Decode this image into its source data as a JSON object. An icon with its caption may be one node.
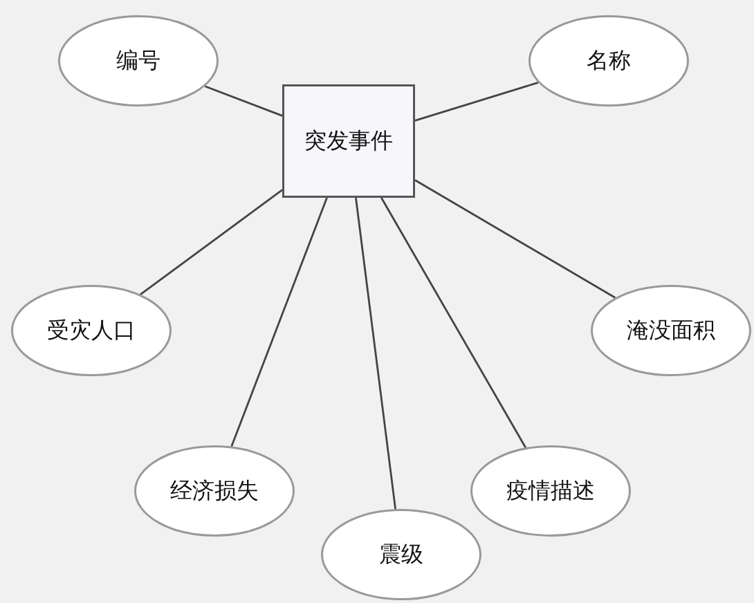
{
  "diagram": {
    "nodes": [
      {
        "text": [
          "编号"
        ]
      },
      {
        "text": [
          "名称"
        ]
      },
      {
        "text": [
          "突发事件"
        ]
      },
      {
        "text": [
          "受灾人口"
        ]
      },
      {
        "text": [
          "淹没面积"
        ]
      },
      {
        "text": [
          "经济损失"
        ]
      },
      {
        "text": [
          "疫情描述"
        ]
      },
      {
        "text": [
          "震级"
        ]
      }
    ],
    "edges": [
      {
        "from": 2,
        "to": 0,
        "arrow": "none"
      },
      {
        "from": 2,
        "to": 1,
        "arrow": "none"
      },
      {
        "from": 2,
        "to": 3,
        "arrow": "none"
      },
      {
        "from": 2,
        "to": 4,
        "arrow": "none"
      },
      {
        "from": 2,
        "to": 5,
        "arrow": "none"
      },
      {
        "from": 2,
        "to": 6,
        "arrow": "none"
      },
      {
        "from": 2,
        "to": 7,
        "arrow": "none"
      }
    ]
  }
}
